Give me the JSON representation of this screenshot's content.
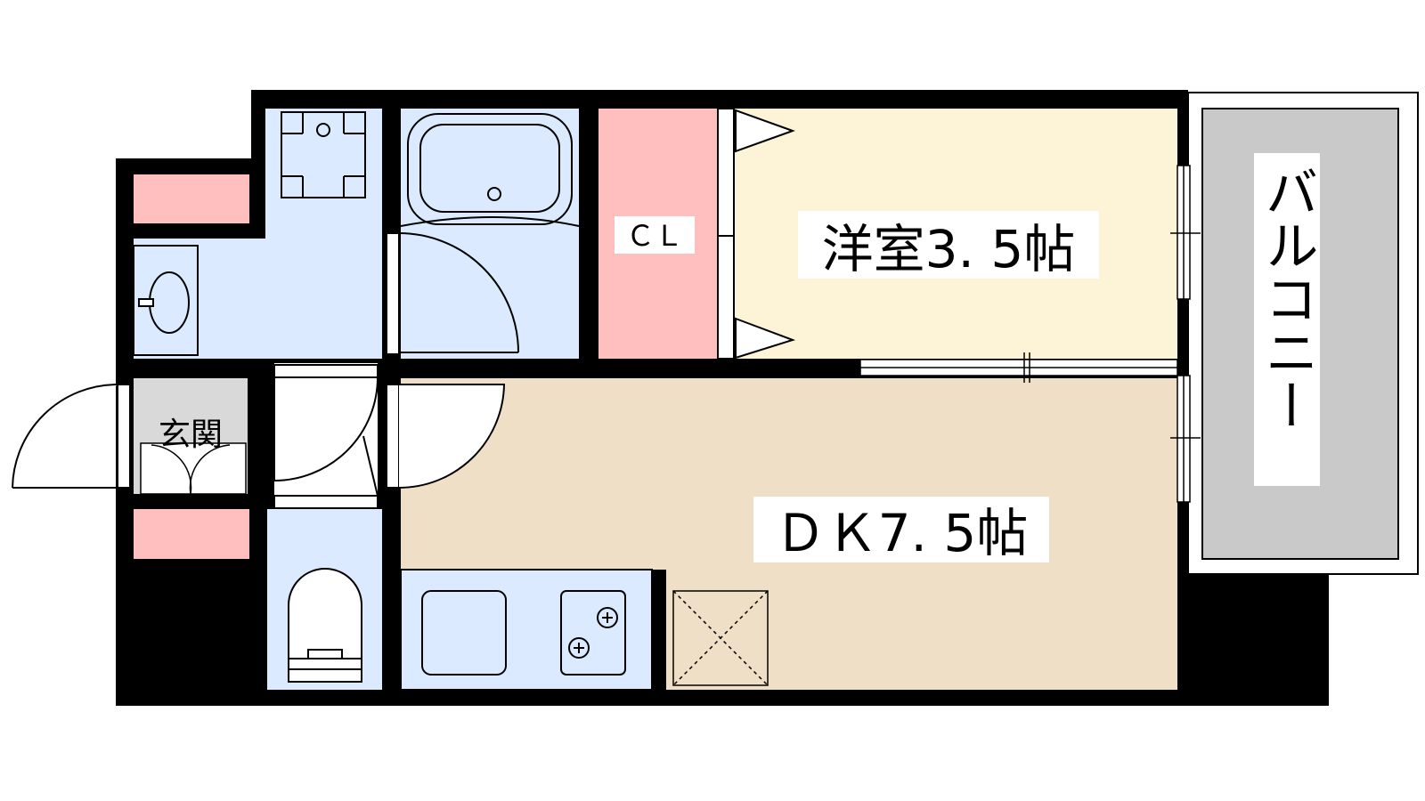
{
  "rooms": {
    "western_room": "洋室3. 5帖",
    "dining_kitchen": "ＤＫ7. 5帖",
    "closet": "ＣＬ",
    "entrance": "玄関",
    "balcony": "バルコニー"
  },
  "colors": {
    "wall": "#000000",
    "wet_area": "#dbeafe",
    "closet": "#ffbfbf",
    "western_room_floor": "#fdf3d6",
    "dk_floor": "#efdfc7",
    "entrance_floor": "#d9d9d9",
    "balcony_floor": "#c9c9c9",
    "fixture_line": "#000000"
  }
}
